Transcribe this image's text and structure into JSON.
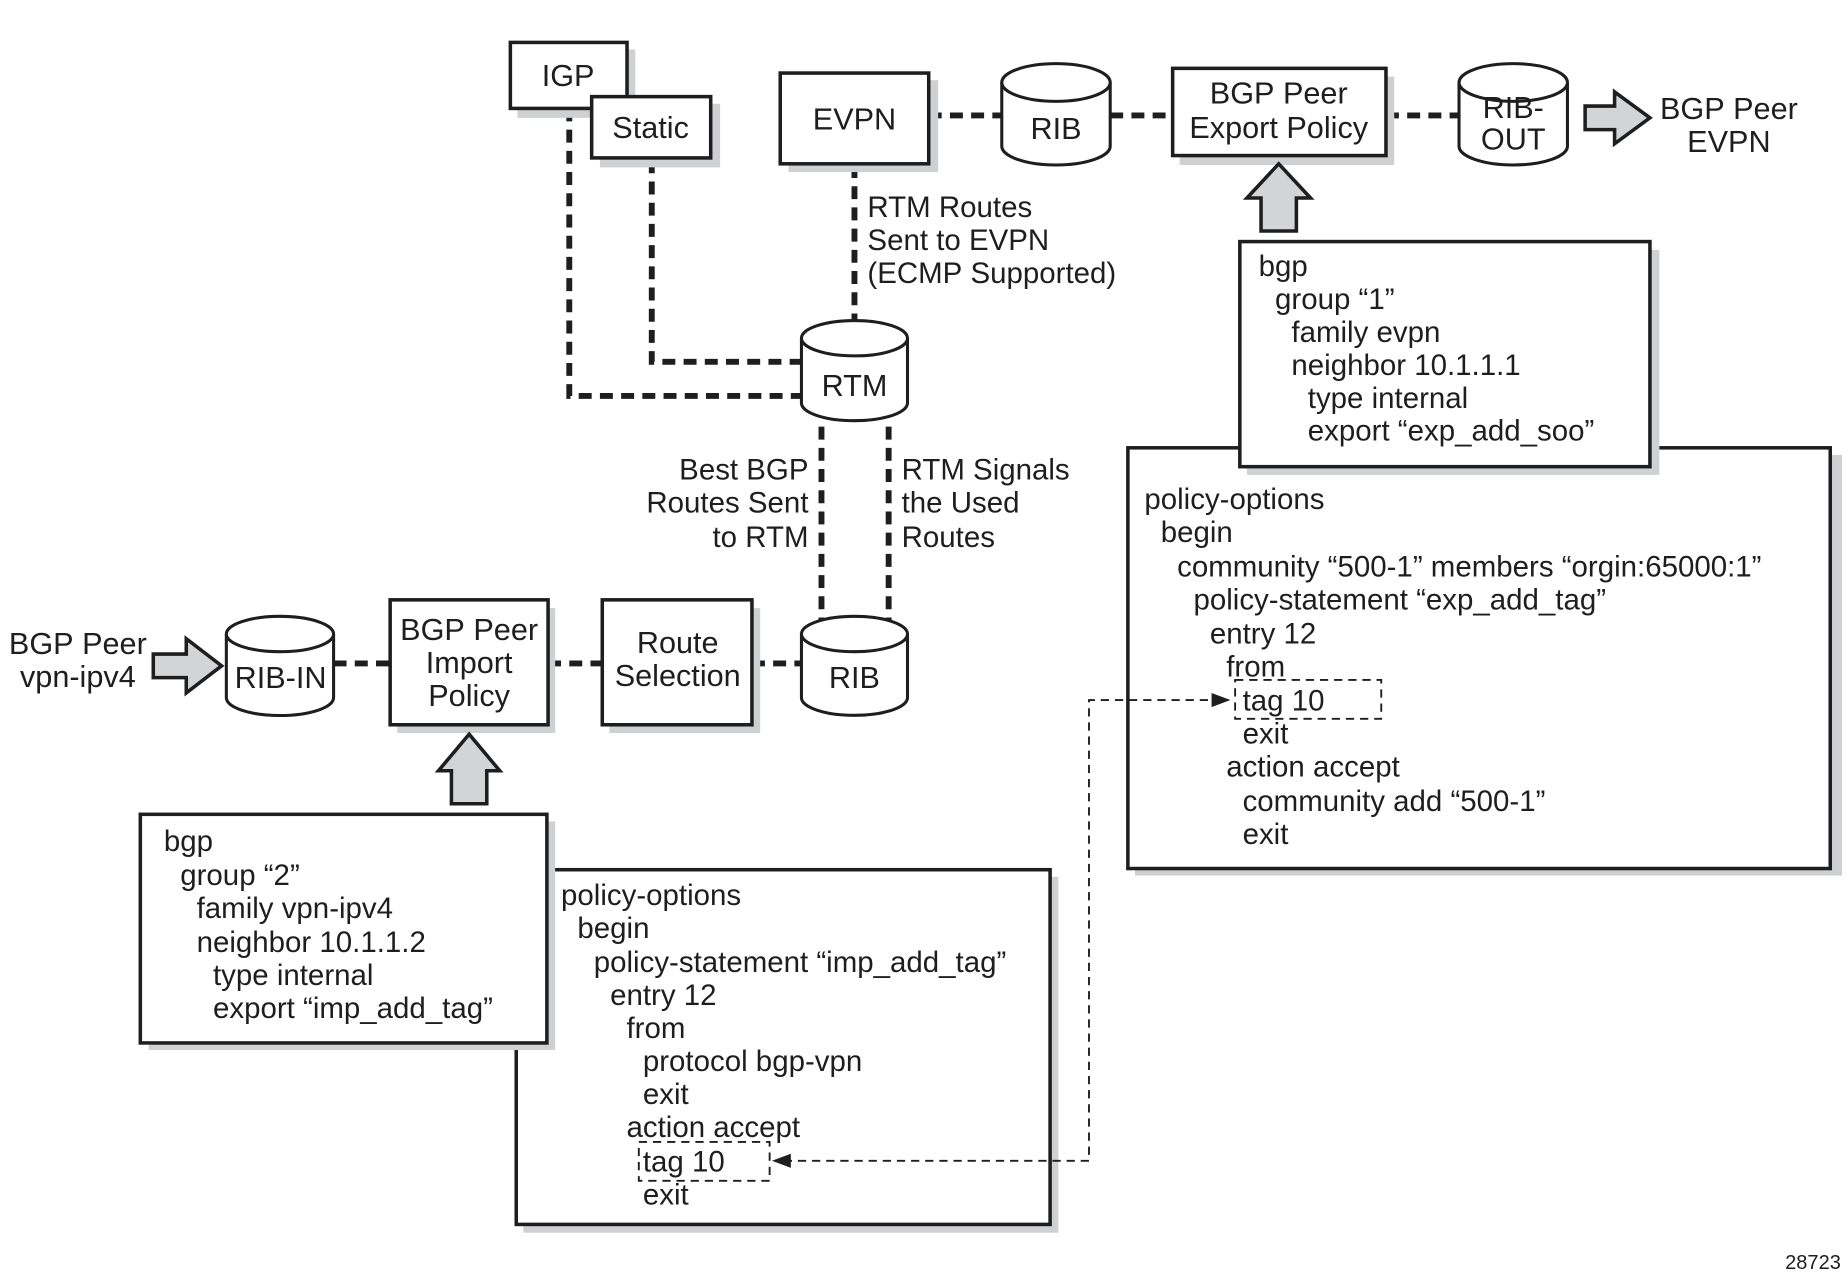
{
  "figure_id": "28723",
  "nodes": {
    "igp": "IGP",
    "static": "Static",
    "evpn": "EVPN",
    "rib_top": "RIB",
    "export_policy": [
      "BGP Peer",
      "Export Policy"
    ],
    "rib_out": [
      "RIB-",
      "OUT"
    ],
    "bgp_peer_evpn": [
      "BGP Peer",
      "EVPN"
    ],
    "rtm": "RTM",
    "bgp_peer_vpn": [
      "BGP Peer",
      "vpn-ipv4"
    ],
    "rib_in": "RIB-IN",
    "import_policy": [
      "BGP Peer",
      "Import",
      "Policy"
    ],
    "route_selection": [
      "Route",
      "Selection"
    ],
    "rib_bottom": "RIB"
  },
  "annotations": {
    "rtm_to_evpn": [
      "RTM Routes",
      "Sent to EVPN",
      "(ECMP Supported)"
    ],
    "best_bgp": [
      "Best BGP",
      "Routes Sent",
      "to RTM"
    ],
    "rtm_signals": [
      "RTM Signals",
      "the Used",
      "Routes"
    ]
  },
  "config_export_bgp": [
    "bgp",
    "  group “1”",
    "    family evpn",
    "    neighbor 10.1.1.1",
    "      type internal",
    "      export “exp_add_soo”"
  ],
  "config_export_policy": [
    "policy-options",
    "  begin",
    "    community “500-1” members “orgin:65000:1”",
    "      policy-statement “exp_add_tag”",
    "        entry 12",
    "          from",
    "            tag 10",
    "            exit",
    "          action accept",
    "            community add “500-1”",
    "            exit"
  ],
  "config_import_bgp": [
    "bgp",
    "  group “2”",
    "    family vpn-ipv4",
    "    neighbor 10.1.1.2",
    "      type internal",
    "      export “imp_add_tag”"
  ],
  "config_import_policy": [
    "policy-options",
    "  begin",
    "    policy-statement “imp_add_tag”",
    "      entry 12",
    "        from",
    "          protocol bgp-vpn",
    "          exit",
    "        action accept",
    "          tag 10",
    "          exit"
  ]
}
